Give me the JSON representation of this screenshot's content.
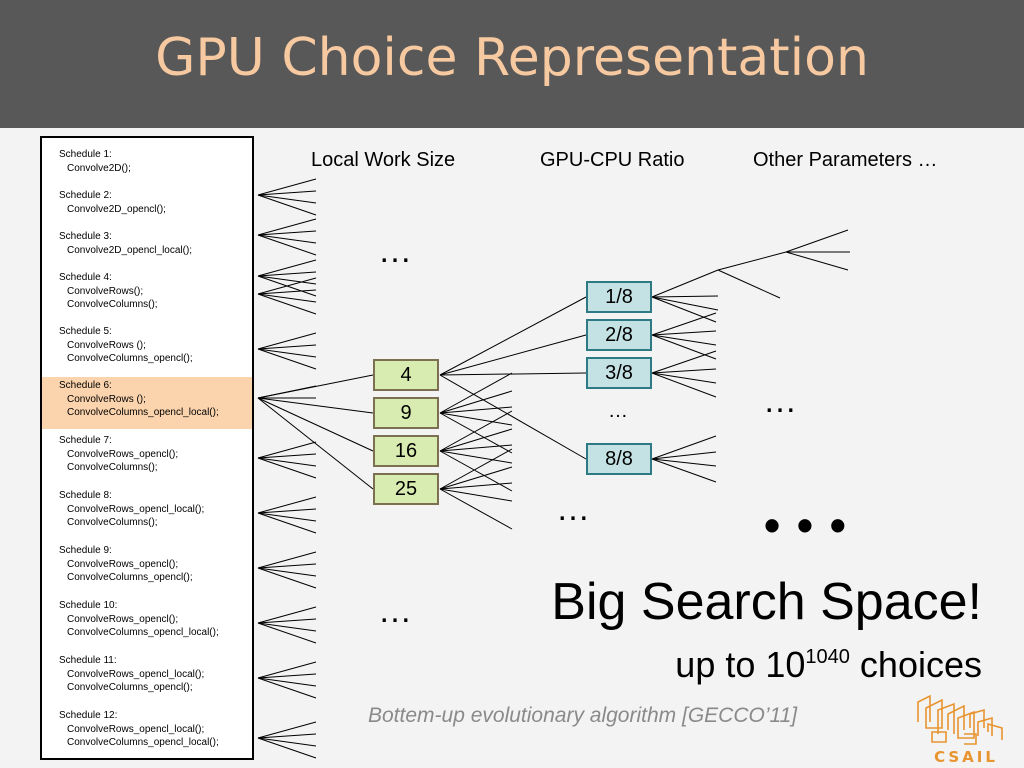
{
  "title": "GPU Choice Representation",
  "schedules": [
    {
      "header": "Schedule 1:",
      "calls": [
        "Convolve2D();"
      ]
    },
    {
      "header": "Schedule 2:",
      "calls": [
        "Convolve2D_opencl();"
      ]
    },
    {
      "header": "Schedule 3:",
      "calls": [
        "Convolve2D_opencl_local();"
      ]
    },
    {
      "header": "Schedule 4:",
      "calls": [
        "ConvolveRows();",
        "ConvolveColumns();"
      ]
    },
    {
      "header": "Schedule 5:",
      "calls": [
        "ConvolveRows ();",
        "ConvolveColumns_opencl();"
      ]
    },
    {
      "header": "Schedule 6:",
      "calls": [
        "ConvolveRows ();",
        "ConvolveColumns_opencl_local();"
      ],
      "highlighted": true
    },
    {
      "header": "Schedule 7:",
      "calls": [
        "ConvolveRows_opencl();",
        "ConvolveColumns();"
      ]
    },
    {
      "header": "Schedule 8:",
      "calls": [
        "ConvolveRows_opencl_local();",
        "ConvolveColumns();"
      ]
    },
    {
      "header": "Schedule 9:",
      "calls": [
        "ConvolveRows_opencl();",
        "ConvolveColumns_opencl();"
      ]
    },
    {
      "header": "Schedule 10:",
      "calls": [
        "ConvolveRows_opencl();",
        "ConvolveColumns_opencl_local();"
      ]
    },
    {
      "header": "Schedule 11:",
      "calls": [
        "ConvolveRows_opencl_local();",
        "ConvolveColumns_opencl();"
      ]
    },
    {
      "header": "Schedule 12:",
      "calls": [
        "ConvolveRows_opencl_local();",
        "ConvolveColumns_opencl_local();"
      ]
    }
  ],
  "columns": {
    "local_work_size": "Local Work Size",
    "gpu_cpu_ratio": "GPU-CPU Ratio",
    "other_parameters": "Other Parameters …"
  },
  "work_sizes": [
    "4",
    "9",
    "16",
    "25"
  ],
  "ratios": [
    "1/8",
    "2/8",
    "3/8",
    "8/8"
  ],
  "ellipsis": "…",
  "big_ellipsis": "• • •",
  "big_search": "Big Search Space!",
  "choices": {
    "prefix": "up to 10",
    "exponent": "1040",
    "suffix": " choices"
  },
  "footnote": "Bottem-up evolutionary algorithm [GECCO’11]",
  "logo_text": "CSAIL",
  "colors": {
    "title_bar": "#585858",
    "title_text": "#f7c9a0",
    "highlight": "#fbd4ad",
    "work_size_fill": "#d8ebb0",
    "ratio_fill": "#c4e2e3",
    "logo": "#e8942f"
  }
}
